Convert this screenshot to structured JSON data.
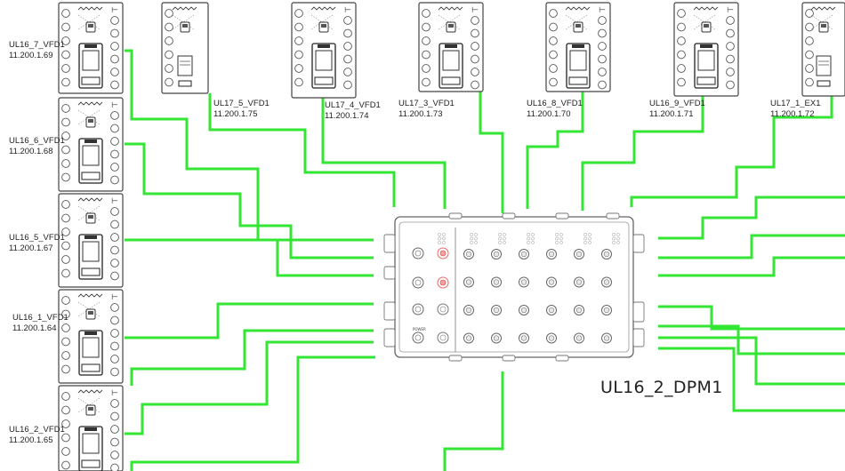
{
  "diagram": {
    "wire_color": "#33e633",
    "dpm": {
      "name": "UL16_2_DPM1",
      "power_label": "POWER",
      "ports": 24
    },
    "devices": [
      {
        "id": "ul16_7",
        "name": "UL16_7_VFD1",
        "ip": "11.200.1.69",
        "kind": "vfd"
      },
      {
        "id": "ul17_5",
        "name": "UL17_5_VFD1",
        "ip": "11.200.1.75",
        "kind": "vfd"
      },
      {
        "id": "ul17_4",
        "name": "UL17_4_VFD1",
        "ip": "11.200.1.74",
        "kind": "vfd"
      },
      {
        "id": "ul17_3",
        "name": "UL17_3_VFD1",
        "ip": "11.200.1.73",
        "kind": "vfd"
      },
      {
        "id": "ul16_8",
        "name": "UL16_8_VFD1",
        "ip": "11.200.1.70",
        "kind": "vfd"
      },
      {
        "id": "ul16_9",
        "name": "UL16_9_VFD1",
        "ip": "11.200.1.71",
        "kind": "vfd"
      },
      {
        "id": "ul17_1",
        "name": "UL17_1_EX1",
        "ip": "11.200.1.72",
        "kind": "ex"
      },
      {
        "id": "ul16_6",
        "name": "UL16_6_VFD1",
        "ip": "11.200.1.68",
        "kind": "vfd"
      },
      {
        "id": "ul16_5",
        "name": "UL16_5_VFD1",
        "ip": "11.200.1.67",
        "kind": "vfd"
      },
      {
        "id": "ul16_1",
        "name": "UL16_1_VFD1",
        "ip": "11.200.1.64",
        "kind": "vfd"
      },
      {
        "id": "ul16_2",
        "name": "UL16_2_VFD1",
        "ip": "11.200.1.65",
        "kind": "vfd"
      }
    ]
  }
}
